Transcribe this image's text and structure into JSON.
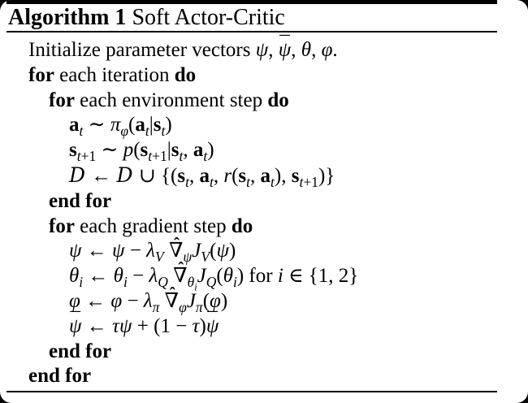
{
  "colors": {
    "background": "#000000",
    "paper": "#ffffff",
    "text": "#000000",
    "rule": "#000000"
  },
  "header": {
    "label": "Algorithm 1",
    "title": " Soft Actor-Critic"
  },
  "algorithm": {
    "lines": [
      {
        "indent": 0,
        "html": "Initialize parameter vectors <i>ψ</i>, <span class=\"bar\"><span class=\"bm\">¯</span><i>ψ</i></span>, <i>θ</i>, <i>φ</i>."
      },
      {
        "indent": 0,
        "html": "<b>for</b> each iteration <b>do</b>"
      },
      {
        "indent": 1,
        "html": "<b>for</b> each environment step <b>do</b>"
      },
      {
        "indent": 2,
        "html": "<b>a</b><sub><i>t</i></sub> ∼ <i>π</i><sub><i>φ</i></sub>(<b>a</b><sub><i>t</i></sub>|<b>s</b><sub><i>t</i></sub>)"
      },
      {
        "indent": 2,
        "html": "<b>s</b><sub><i>t</i>+1</sub> ∼ <i>p</i>(<b>s</b><sub><i>t</i>+1</sub>|<b>s</b><sub><i>t</i></sub>, <b>a</b><sub><i>t</i></sub>)"
      },
      {
        "indent": 2,
        "html": "<span class=\"cal\">D</span> ← <span class=\"cal\">D</span> ∪ {(<b>s</b><sub><i>t</i></sub>, <b>a</b><sub><i>t</i></sub>, <i>r</i>(<b>s</b><sub><i>t</i></sub>, <b>a</b><sub><i>t</i></sub>), <b>s</b><sub><i>t</i>+1</sub>)}"
      },
      {
        "indent": 1,
        "html": "<b>end for</b>"
      },
      {
        "indent": 1,
        "html": "<b>for</b> each gradient step <b>do</b>"
      },
      {
        "indent": 2,
        "html": "<i>ψ</i> ← <i>ψ</i> − <i>λ</i><sub><i>V</i></sub> <span class=\"hat\"><span class=\"hm\">ˆ</span>∇</span><sub><i>ψ</i></sub><i>J</i><sub><i>V</i></sub>(<i>ψ</i>)"
      },
      {
        "indent": 2,
        "html": "<i>θ</i><sub><i>i</i></sub> ← <i>θ</i><sub><i>i</i></sub> − <i>λ</i><sub><i>Q</i></sub> <span class=\"hat\"><span class=\"hm\">ˆ</span>∇</span><sub><i>θ</i><sub><i>i</i></sub></sub><i>J</i><sub><i>Q</i></sub>(<i>θ</i><sub><i>i</i></sub>) for <i>i</i> ∈ {1, 2}"
      },
      {
        "indent": 2,
        "html": "<i>φ</i> ← <i>φ</i> − <i>λ</i><sub><i>π</i></sub> <span class=\"hat\"><span class=\"hm\">ˆ</span>∇</span><sub><i>φ</i></sub><i>J</i><sub><i>π</i></sub>(<i>φ</i>)"
      },
      {
        "indent": 2,
        "html": "<span class=\"bar\"><span class=\"bm\">¯</span><i>ψ</i></span> ← <i>τψ</i> + (1 − <i>τ</i>)<span class=\"bar\"><span class=\"bm\">¯</span><i>ψ</i></span>"
      },
      {
        "indent": 1,
        "html": "<b>end for</b>"
      },
      {
        "indent": 0,
        "html": "<b>end for</b>"
      }
    ]
  }
}
